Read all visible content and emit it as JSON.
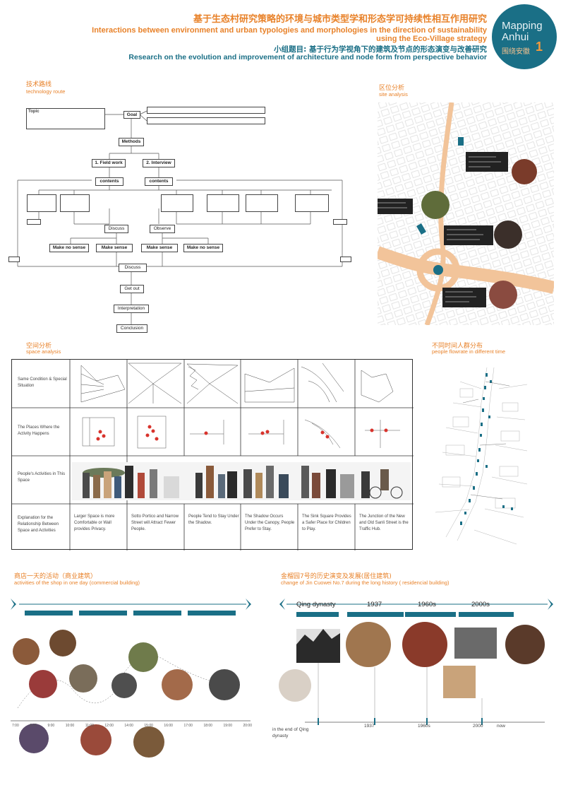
{
  "header": {
    "title_cn": "基于生态村研究策略的环境与城市类型学和形态学可持续性相互作用研究",
    "title_en": "Interactions between environment and urban typologies and morphologies in the direction of sustainability using the Eco-Village strategy",
    "subtitle_cn": "小组题目: 基于行为学视角下的建筑及节点的形态演变与改善研究",
    "subtitle_en": "Research on the evolution and improvement of architecture and node form from perspective behavior"
  },
  "badge": {
    "line1": "Mapping",
    "line2": "Anhui",
    "line3": "围绕安徽",
    "number": "1"
  },
  "colors": {
    "accent": "#e8822a",
    "teal": "#1a6f86",
    "road": "#f2c49a"
  },
  "sections": {
    "tech_cn": "技术路线",
    "tech_en": "technology route",
    "site_cn": "区位分析",
    "site_en": "site analysis",
    "space_cn": "空间分析",
    "space_en": "space analysis",
    "people_cn": "不同时间人群分布",
    "people_en": "people flowrate in different time",
    "shop_cn": "商店一天的活动（商业建筑）",
    "shop_en": "activities of the shop in one day (commercial building)",
    "history_cn": "金榴园7号的历史演变及发展(居住建筑)",
    "history_en": "change of Jin Cuowei No.7 during the long history ( residencial building)"
  },
  "flow": {
    "topic": "Topic",
    "goal": "Goal",
    "methods": "Methods",
    "fieldwork": "1. Field work",
    "interview": "2. Interview",
    "contents": "contents",
    "discuss": "Discuss",
    "observe": "Observe",
    "make_no_sense": "Make no sense",
    "make_sense": "Make sense",
    "discuss2": "Discuss",
    "get_out": "Get out",
    "interpretation": "Interpretation",
    "conclusion": "Conclusion"
  },
  "space_rows": {
    "row1": "Same Condition & Special Situation",
    "row2": "The Places Where the Activity Happens",
    "row3": "People's Activities in This Space",
    "row4": "Explanation for the Relationship Between Space and Activities"
  },
  "space_explanations": [
    "Larger Space is more Comfortable or Wall provides Privacy.",
    "Sotto Portico and Narrow Street will Attract Fewer People.",
    "People Tend to Stay Under the Shadow.",
    "The Shadow Occurs Under the Canopy, People Prefer to Stay.",
    "The Sink Square Provides a Safer Place for Children to Play.",
    "The Junction of the New and Old Sanli Street is the Traffic Hub."
  ],
  "history_labels": {
    "qing": "Qing dynasty",
    "y1937": "1937",
    "y1960s": "1960s",
    "y2000s": "2000s",
    "end_qing": "in the end of Qing dynasty",
    "axis_1937": "1937",
    "axis_1960s": "1960s",
    "axis_2000": "2000",
    "axis_now": "now"
  },
  "shop_times": [
    "7:00",
    "8:00",
    "9:00",
    "10:00",
    "11:00",
    "12:00",
    "14:00",
    "15:00",
    "16:00",
    "17:00",
    "18:00",
    "19:00",
    "20:00"
  ]
}
